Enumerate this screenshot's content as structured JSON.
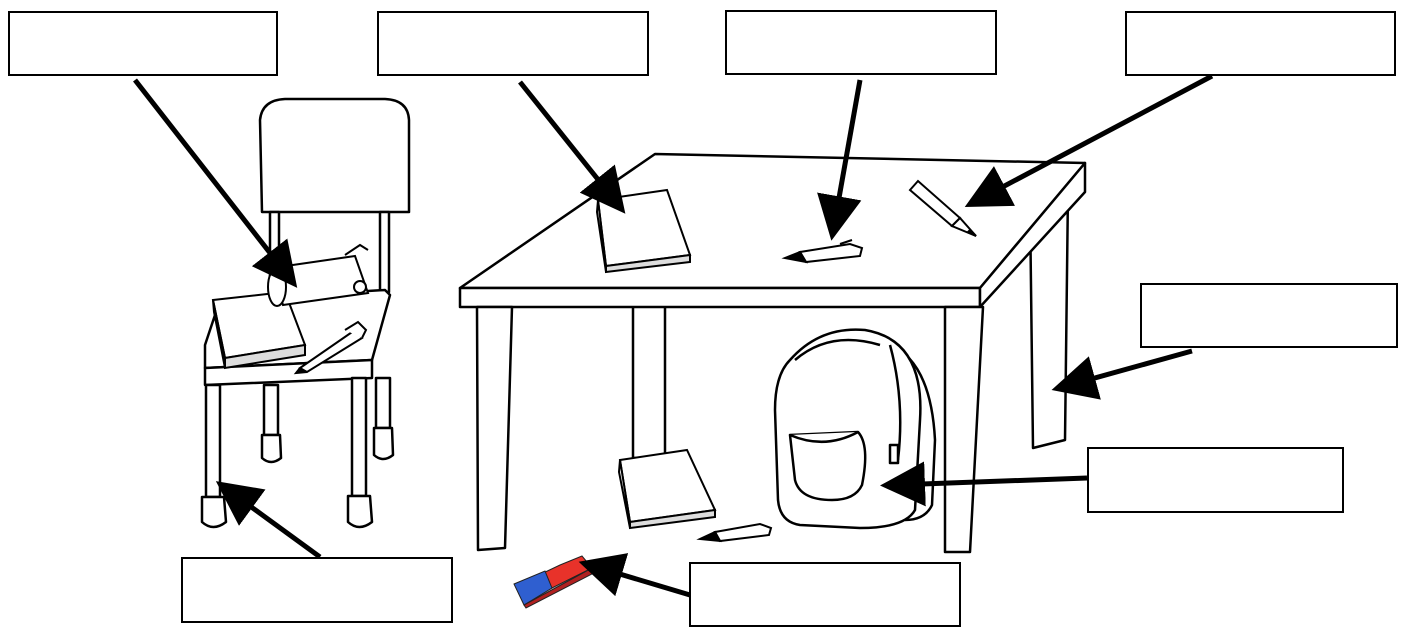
{
  "worksheet": {
    "label_boxes": [
      {
        "id": "box-1",
        "target": "pencil-case",
        "answer": ""
      },
      {
        "id": "box-2",
        "target": "book",
        "answer": ""
      },
      {
        "id": "box-3",
        "target": "pen",
        "answer": ""
      },
      {
        "id": "box-4",
        "target": "pencil",
        "answer": ""
      },
      {
        "id": "box-5",
        "target": "table",
        "answer": ""
      },
      {
        "id": "box-6",
        "target": "schoolbag",
        "answer": ""
      },
      {
        "id": "box-7",
        "target": "rubber",
        "answer": ""
      },
      {
        "id": "box-8",
        "target": "chair",
        "answer": ""
      }
    ]
  },
  "colors": {
    "ink": "#000000",
    "paper": "#ffffff",
    "eraser_red": "#e8322a",
    "eraser_blue": "#2f5fd0"
  }
}
